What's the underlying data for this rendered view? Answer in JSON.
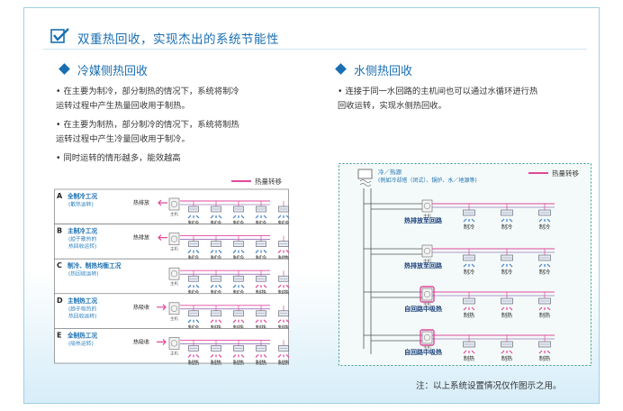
{
  "title": "双重热回收，实现杰出的系统节能性",
  "icon_name": "checkbox-icon",
  "left": {
    "heading": "冷媒侧热回收",
    "bullets": [
      {
        "l1": "• 在主要为制冷，部分制热的情况下，系统将制冷",
        "l2": "运转过程中产生热量回收用于制热。"
      },
      {
        "l1": "• 在主要为制热，部分制冷的情况下，系统将制热",
        "l2": "运转过程中产生冷量回收用于制冷。"
      },
      {
        "l1": "• 同时运转的情形越多，能效越高",
        "l2": ""
      }
    ],
    "legend": "热量转移",
    "unit_label": "主机",
    "rows": [
      {
        "letter": "A",
        "title": "全制冷工况",
        "sub1": "(散热运转)",
        "sub2": "",
        "action": "热排放",
        "modes": [
          "制冷",
          "制冷",
          "制冷",
          "制冷",
          "制冷"
        ]
      },
      {
        "letter": "B",
        "title": "主制冷工况",
        "sub1": "(趋于散热的",
        "sub2": "热回收运转)",
        "action": "热排放",
        "modes": [
          "制冷",
          "制冷",
          "制冷",
          "制冷",
          "制热"
        ]
      },
      {
        "letter": "C",
        "title": "制冷、制热均衡工况",
        "sub1": "(热回收运转)",
        "sub2": "",
        "action": "",
        "modes": [
          "制冷",
          "制冷",
          "制冷",
          "制热",
          "制热"
        ]
      },
      {
        "letter": "D",
        "title": "主制热工况",
        "sub1": "(趋于吸热的",
        "sub2": "热回收运转)",
        "action": "热吸收",
        "modes": [
          "制冷",
          "制热",
          "制热",
          "制热",
          "制热"
        ]
      },
      {
        "letter": "E",
        "title": "全制热工况",
        "sub1": "(吸热运转)",
        "sub2": "",
        "action": "热吸收",
        "modes": [
          "制热",
          "制热",
          "制热",
          "制热",
          "制热"
        ]
      }
    ]
  },
  "right": {
    "heading": "水侧热回收",
    "bullets": [
      {
        "l1": "• 连接于同一水回路的主机间也可以通过水循环进行热",
        "l2": "回收运转，实现水侧热回收。"
      }
    ],
    "legend": "热量转移",
    "source_line1": "冷／热源",
    "source_line2": "(例如冷却塔（闭式）、锅炉、水／地源等)",
    "unit_label": "主机",
    "groups": [
      {
        "label": "热排放至回路",
        "modes": [
          "制冷",
          "制冷",
          "制冷"
        ]
      },
      {
        "label": "热排放至回路",
        "modes": [
          "制冷",
          "制冷",
          "制冷"
        ]
      },
      {
        "label": "自回路中吸热",
        "modes": [
          "制热",
          "制热",
          "制热"
        ]
      },
      {
        "label": "自回路中吸热",
        "modes": [
          "制热",
          "制热",
          "制热"
        ]
      }
    ]
  },
  "note": "注：以上系统设置情况仅作图示之用。",
  "colors": {
    "accent": "#1a6fb1",
    "heat": "#e0489a",
    "cool": "#3b7ec8",
    "frame": "#9fd0e6"
  }
}
